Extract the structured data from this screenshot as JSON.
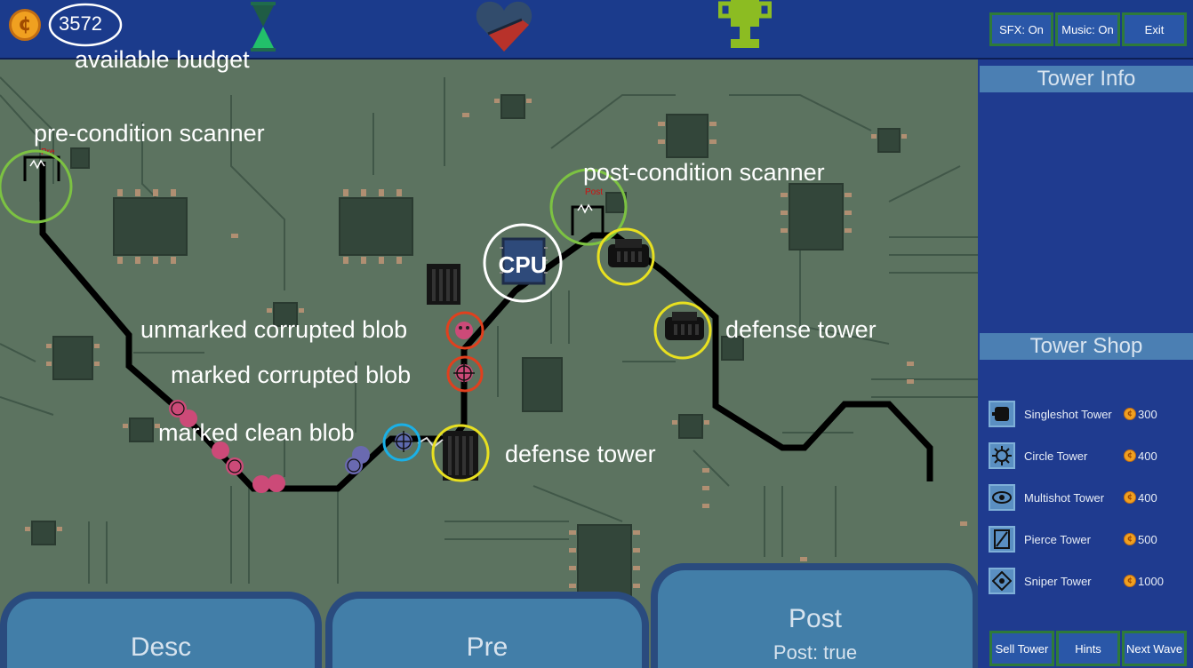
{
  "hud": {
    "coin_symbol": "¢",
    "budget": "3572",
    "hourglass_icon": "hourglass-icon",
    "heart_icon": "heart-icon",
    "trophy_icon": "trophy-icon"
  },
  "buttons": {
    "sfx": "SFX: On",
    "music": "Music: On",
    "exit": "Exit",
    "sell_tower": "Sell Tower",
    "hints": "Hints",
    "next_wave": "Next Wave"
  },
  "sidebar": {
    "tower_info_title": "Tower Info",
    "tower_shop_title": "Tower Shop",
    "shop": [
      {
        "name": "Singleshot Tower",
        "price": "300",
        "icon": "singleshot-tower-icon"
      },
      {
        "name": "Circle Tower",
        "price": "400",
        "icon": "circle-tower-icon"
      },
      {
        "name": "Multishot Tower",
        "price": "400",
        "icon": "multishot-tower-icon"
      },
      {
        "name": "Pierce Tower",
        "price": "500",
        "icon": "pierce-tower-icon"
      },
      {
        "name": "Sniper Tower",
        "price": "1000",
        "icon": "sniper-tower-icon"
      }
    ]
  },
  "board": {
    "pre_tag": "Pre",
    "post_tag": "Post",
    "cpu_text": "CPU"
  },
  "annotations": {
    "available_budget": "available budget",
    "pre_scanner": "pre-condition scanner",
    "post_scanner": "post-condition scanner",
    "unmarked_blob": "unmarked corrupted blob",
    "marked_blob": "marked corrupted blob",
    "clean_blob": "marked clean blob",
    "defense_tower_1": "defense tower",
    "defense_tower_2": "defense tower"
  },
  "panels": {
    "desc": "Desc",
    "pre": "Pre",
    "post_title": "Post",
    "post_value": "Post: true"
  },
  "colors": {
    "board": "#5c7360",
    "path": "#000000",
    "hud_bar": "#1b3b8c",
    "sidebar": "#1f3b8f",
    "annot_scanner": "#7cc242",
    "annot_cpu": "#ffffff",
    "annot_corrupted": "#e0401e",
    "annot_clean": "#1ab0e6",
    "annot_tower": "#e8e020"
  }
}
